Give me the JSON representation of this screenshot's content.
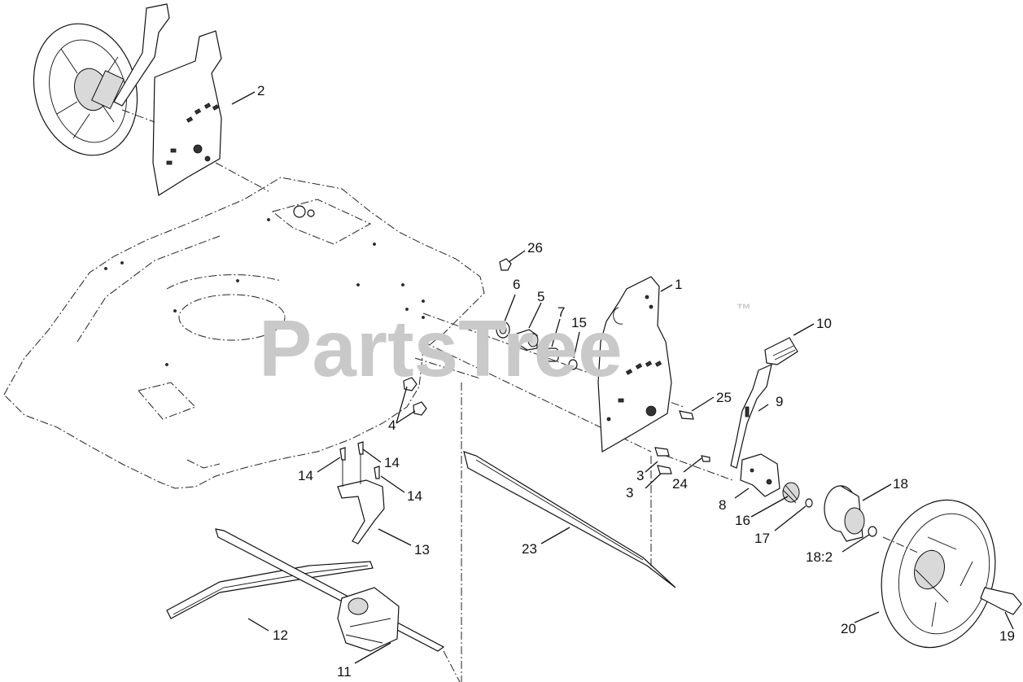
{
  "watermark": {
    "brand": "PartsTree",
    "mark": "™"
  },
  "callouts": {
    "c1": "1",
    "c2": "2",
    "c3a": "3",
    "c3b": "3",
    "c4": "4",
    "c5": "5",
    "c6": "6",
    "c7": "7",
    "c8": "8",
    "c9": "9",
    "c10": "10",
    "c11": "11",
    "c12": "12",
    "c13": "13",
    "c14a": "14",
    "c14b": "14",
    "c14c": "14",
    "c15": "15",
    "c16": "16",
    "c17": "17",
    "c18": "18",
    "c18b": "18:2",
    "c19": "19",
    "c20": "20",
    "c23": "23",
    "c24": "24",
    "c25": "25",
    "c26": "26"
  }
}
